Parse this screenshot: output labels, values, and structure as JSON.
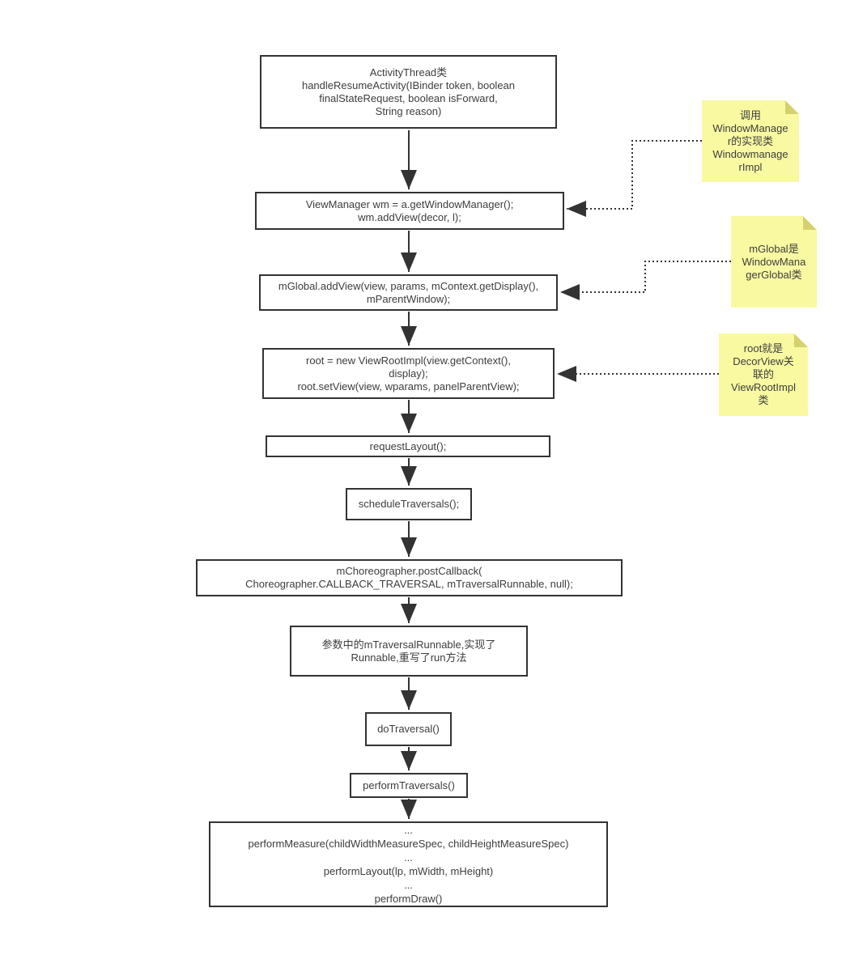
{
  "colors": {
    "canvas_bg": "#ffffff",
    "line": "#333333",
    "box_border": "#333333",
    "box_fill": "#ffffff",
    "text": "#3d3d3d",
    "note_fill": "#f9f9a2",
    "note_fold": "#d4d16e"
  },
  "diagram": {
    "type": "flowchart",
    "topic": "Android View rendering call flow"
  },
  "boxes": [
    {
      "id": "activity-thread",
      "text": "ActivityThread类\nhandleResumeActivity(IBinder token, boolean\nfinalStateRequest, boolean isForward,\nString reason)"
    },
    {
      "id": "view-manager-addview",
      "text": "ViewManager wm = a.getWindowManager();\nwm.addView(decor, l);"
    },
    {
      "id": "mglobal-addview",
      "text": "mGlobal.addView(view, params, mContext.getDisplay(),\nmParentWindow);"
    },
    {
      "id": "viewrootimpl-setview",
      "text": "root = new ViewRootImpl(view.getContext(),\ndisplay);\nroot.setView(view, wparams, panelParentView);"
    },
    {
      "id": "request-layout",
      "text": "requestLayout();"
    },
    {
      "id": "schedule-traversals",
      "text": "scheduleTraversals();"
    },
    {
      "id": "choreographer-postcallback",
      "text": "mChoreographer.postCallback(\nChoreographer.CALLBACK_TRAVERSAL, mTraversalRunnable, null);"
    },
    {
      "id": "traversal-runnable-note",
      "text": "参数中的mTraversalRunnable,实现了\nRunnable,重写了run方法"
    },
    {
      "id": "do-traversal",
      "text": "doTraversal()"
    },
    {
      "id": "perform-traversals",
      "text": "performTraversals()"
    },
    {
      "id": "perform-measure-layout-draw",
      "text": "...\nperformMeasure(childWidthMeasureSpec, childHeightMeasureSpec)\n...\nperformLayout(lp, mWidth, mHeight)\n...\nperformDraw()"
    }
  ],
  "notes": [
    {
      "id": "note-windowmanager-impl",
      "text": "调用\nWindowManage\nr的实现类\nWindowmanage\nrImpl"
    },
    {
      "id": "note-windowmanager-global",
      "text": "mGlobal是\nWindowMana\ngerGlobal类"
    },
    {
      "id": "note-viewrootimpl",
      "text": "root就是\nDecorView关\n联的\nViewRootImpl\n类"
    }
  ]
}
